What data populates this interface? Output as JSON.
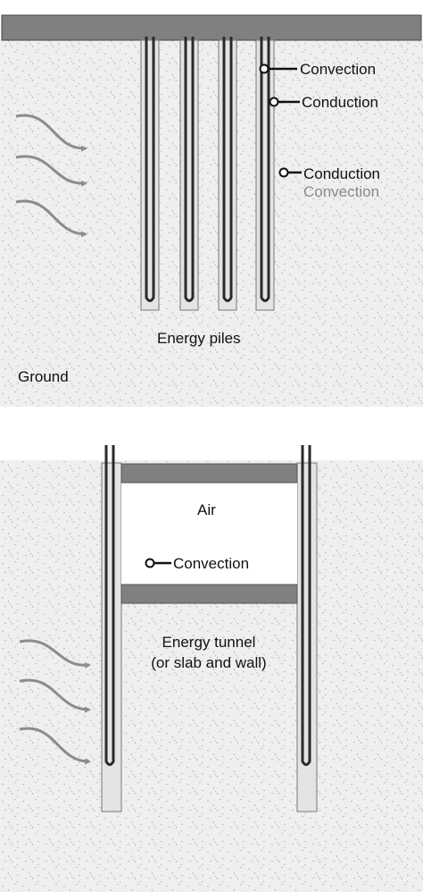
{
  "top_panel": {
    "label_pile_convection": "Convection",
    "label_pile_conduction": "Conduction",
    "label_ground_conduction": "Conduction",
    "label_ground_convection": "Convection",
    "title": "Energy piles",
    "ground_label": "Ground"
  },
  "bottom_panel": {
    "air_label": "Air",
    "label_air_convection": "Convection",
    "title_line1": "Energy tunnel",
    "title_line2": "(or slab and wall)"
  },
  "colors": {
    "ground": "#efefef",
    "concrete_slab": "#808080",
    "pile": "#e4e4e4",
    "pipe": "#2a2a2a",
    "flow_arrow": "#8c8c8c",
    "text": "#111111",
    "text_secondary": "#8a8a8a"
  }
}
